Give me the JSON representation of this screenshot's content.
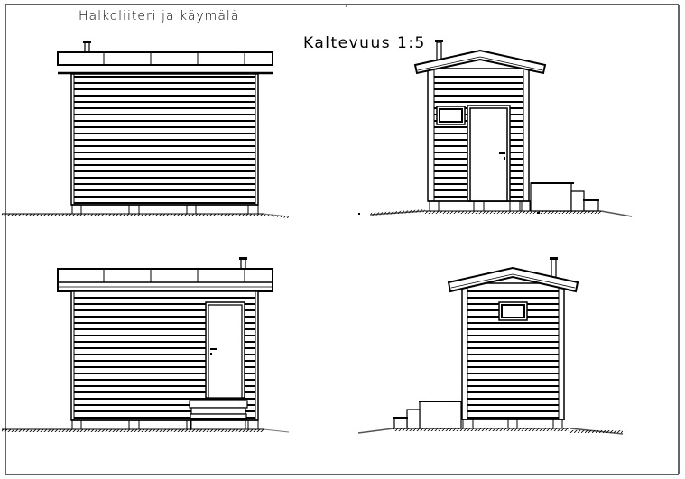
{
  "drawing": {
    "title": "Halkoliiteri ja käymälä",
    "slope_annotation": "Kaltevuus 1:5",
    "line_color": "#000000",
    "background_color": "#ffffff",
    "views": [
      {
        "id": "elevation-top-left",
        "description": "Long side elevation, flat roof with chimney at left, no openings"
      },
      {
        "id": "elevation-top-right",
        "description": "Gable end elevation with pitched roof, small window, door and steps on right"
      },
      {
        "id": "elevation-bottom-left",
        "description": "Long side elevation, flat roof with chimney at right, door and steps"
      },
      {
        "id": "elevation-bottom-right",
        "description": "Gable end elevation with pitched roof, small window, steps on left"
      }
    ]
  }
}
